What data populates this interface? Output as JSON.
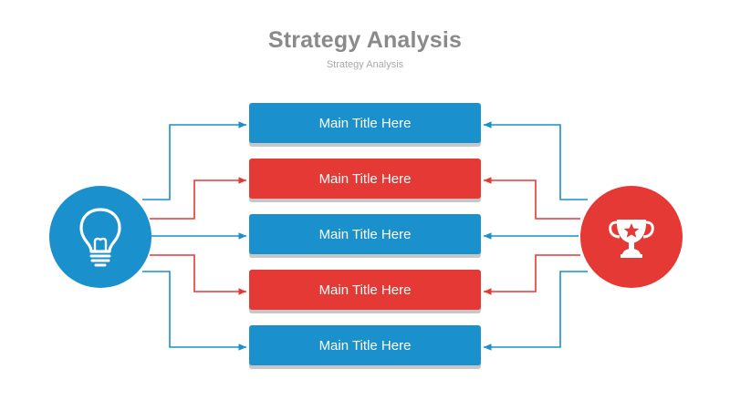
{
  "header": {
    "title": "Strategy Analysis",
    "subtitle": "Strategy Analysis"
  },
  "colors": {
    "blue": "#1a90cc",
    "red": "#e53935",
    "title_gray": "#8a8a8a"
  },
  "left_node": {
    "icon": "lightbulb-icon"
  },
  "right_node": {
    "icon": "trophy-icon"
  },
  "items": [
    {
      "label": "Main Title Here",
      "color": "blue"
    },
    {
      "label": "Main Title Here",
      "color": "red"
    },
    {
      "label": "Main Title Here",
      "color": "blue"
    },
    {
      "label": "Main Title Here",
      "color": "red"
    },
    {
      "label": "Main Title Here",
      "color": "blue"
    }
  ]
}
